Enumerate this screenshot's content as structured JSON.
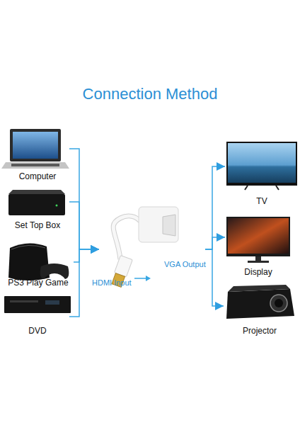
{
  "diagram": {
    "title": "Connection Method",
    "nodes": [
      {
        "text": [
          "Computer"
        ]
      },
      {
        "text": [
          "Set Top Box"
        ]
      },
      {
        "text": [
          "PS3 Play Game"
        ]
      },
      {
        "text": [
          "DVD"
        ]
      },
      {
        "text": [
          "HDMI Input",
          "VGA Output"
        ]
      },
      {
        "text": [
          "TV"
        ]
      },
      {
        "text": [
          "Display"
        ]
      },
      {
        "text": [
          "Projector"
        ]
      }
    ],
    "edges": [
      {
        "from": 0,
        "to": 4,
        "arrow": "to"
      },
      {
        "from": 1,
        "to": 4,
        "arrow": "to"
      },
      {
        "from": 2,
        "to": 4,
        "arrow": "to"
      },
      {
        "from": 3,
        "to": 4,
        "arrow": "to"
      },
      {
        "from": 4,
        "to": 5,
        "arrow": "to"
      },
      {
        "from": 4,
        "to": 6,
        "arrow": "to"
      },
      {
        "from": 4,
        "to": 7,
        "arrow": "to"
      }
    ]
  }
}
